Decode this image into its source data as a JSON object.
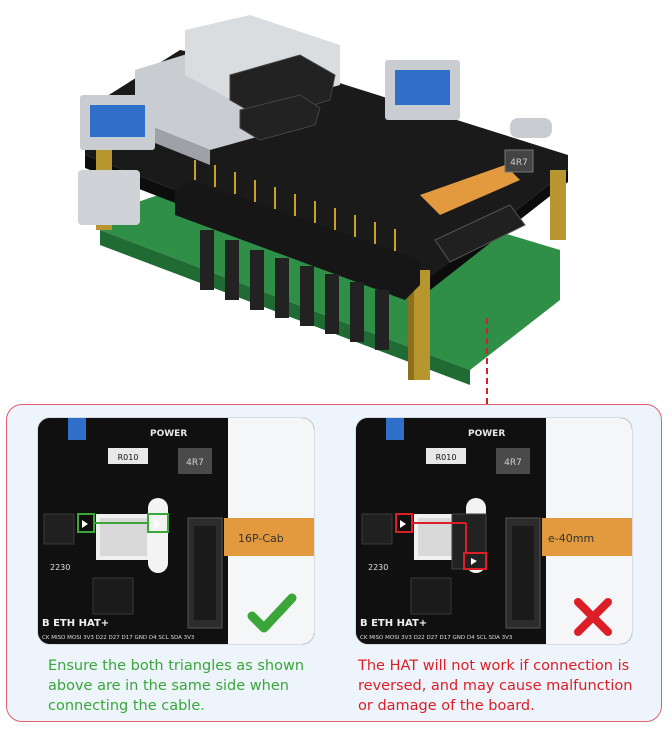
{
  "photo": {
    "board_label": "ETH HAT+",
    "inductor": "4R7",
    "resistor": "R010",
    "power_label": "POWER",
    "chip_code": "2230"
  },
  "correct_example": {
    "cable_text": "16P-Cab",
    "pin_labels": "CK MISO MOSI 3V3  D22 D27 D17  GND  D4  SCL  SDA  3V3",
    "board_label": "B ETH HAT+",
    "caption": "Ensure the both triangles as shown above are in the same side when connecting the cable.",
    "icon": "checkmark-icon",
    "accent": "#3aa639"
  },
  "wrong_example": {
    "cable_text": "e-40mm",
    "pin_labels": "CK MISO MOSI 3V3  D22 D27 D17  GND  D4  SCL  SDA  3V3",
    "board_label": "B ETH HAT+",
    "caption": "The HAT will not work if connection is reversed, and may cause malfunction or damage of the board.",
    "icon": "cross-icon",
    "accent": "#dc1f26"
  },
  "colors": {
    "panel_border": "#e06070",
    "panel_bg": "#eef4fb",
    "pcb": "#111111",
    "cable": "#e39a3f",
    "usb": "#2f6ec9"
  }
}
